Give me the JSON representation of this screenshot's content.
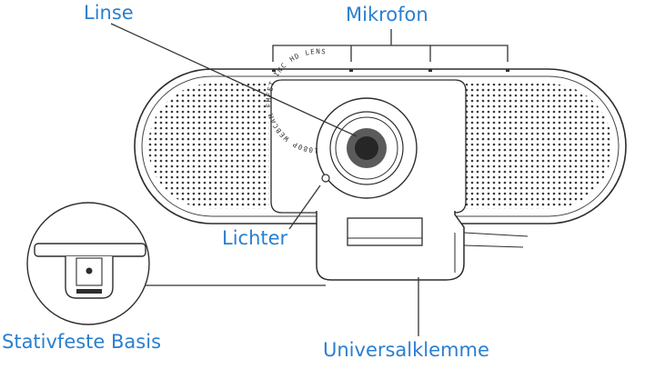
{
  "labels": {
    "linse": "Linse",
    "mikrofon": "Mikrofon",
    "lichter": "Lichter",
    "stativfeste_basis": "Stativfeste Basis",
    "universalklemme": "Universalklemme"
  },
  "lens_ring_text": "1080P WEBCAM  EMEET INC  HD LENS",
  "colors": {
    "label": "#2a7fd0",
    "line": "#333333"
  }
}
